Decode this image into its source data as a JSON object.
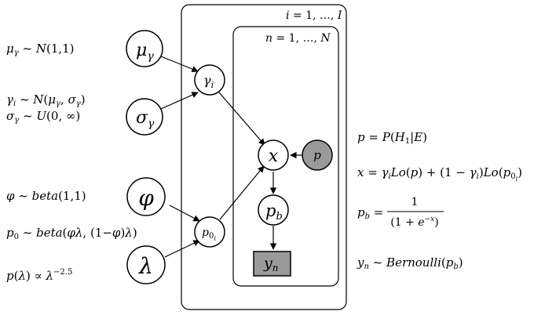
{
  "plates": {
    "outer_label": "i = 1, …, I",
    "inner_label": "n = 1, …, N"
  },
  "nodes": {
    "mu_gamma": "μγ",
    "sigma_gamma": "σγ",
    "gamma_i": "γi",
    "phi": "φ",
    "lambda": "λ",
    "p0i": "p0i",
    "x": "x",
    "p": "p",
    "pb": "pb",
    "yn": "yn"
  },
  "left_equations": [
    "μγ ~ N(1,1)",
    "γi ~ N(μγ, σγ)",
    "σγ ~ U(0, ∞)",
    "φ ~ beta(1,1)",
    "p0 ~ beta(φλ, (1−φ)λ)",
    "p(λ) ∝ λ−2.5"
  ],
  "right_equations": [
    "p = P(H1|E)",
    "x = γiLo(p) + (1 − γi)Lo(p0i)",
    "pb = 1 / (1 + e−x)",
    "yn ~ Bernoulli(pb)"
  ],
  "colors": {
    "observed_fill": "#9a9a9a",
    "stroke": "#000000"
  }
}
